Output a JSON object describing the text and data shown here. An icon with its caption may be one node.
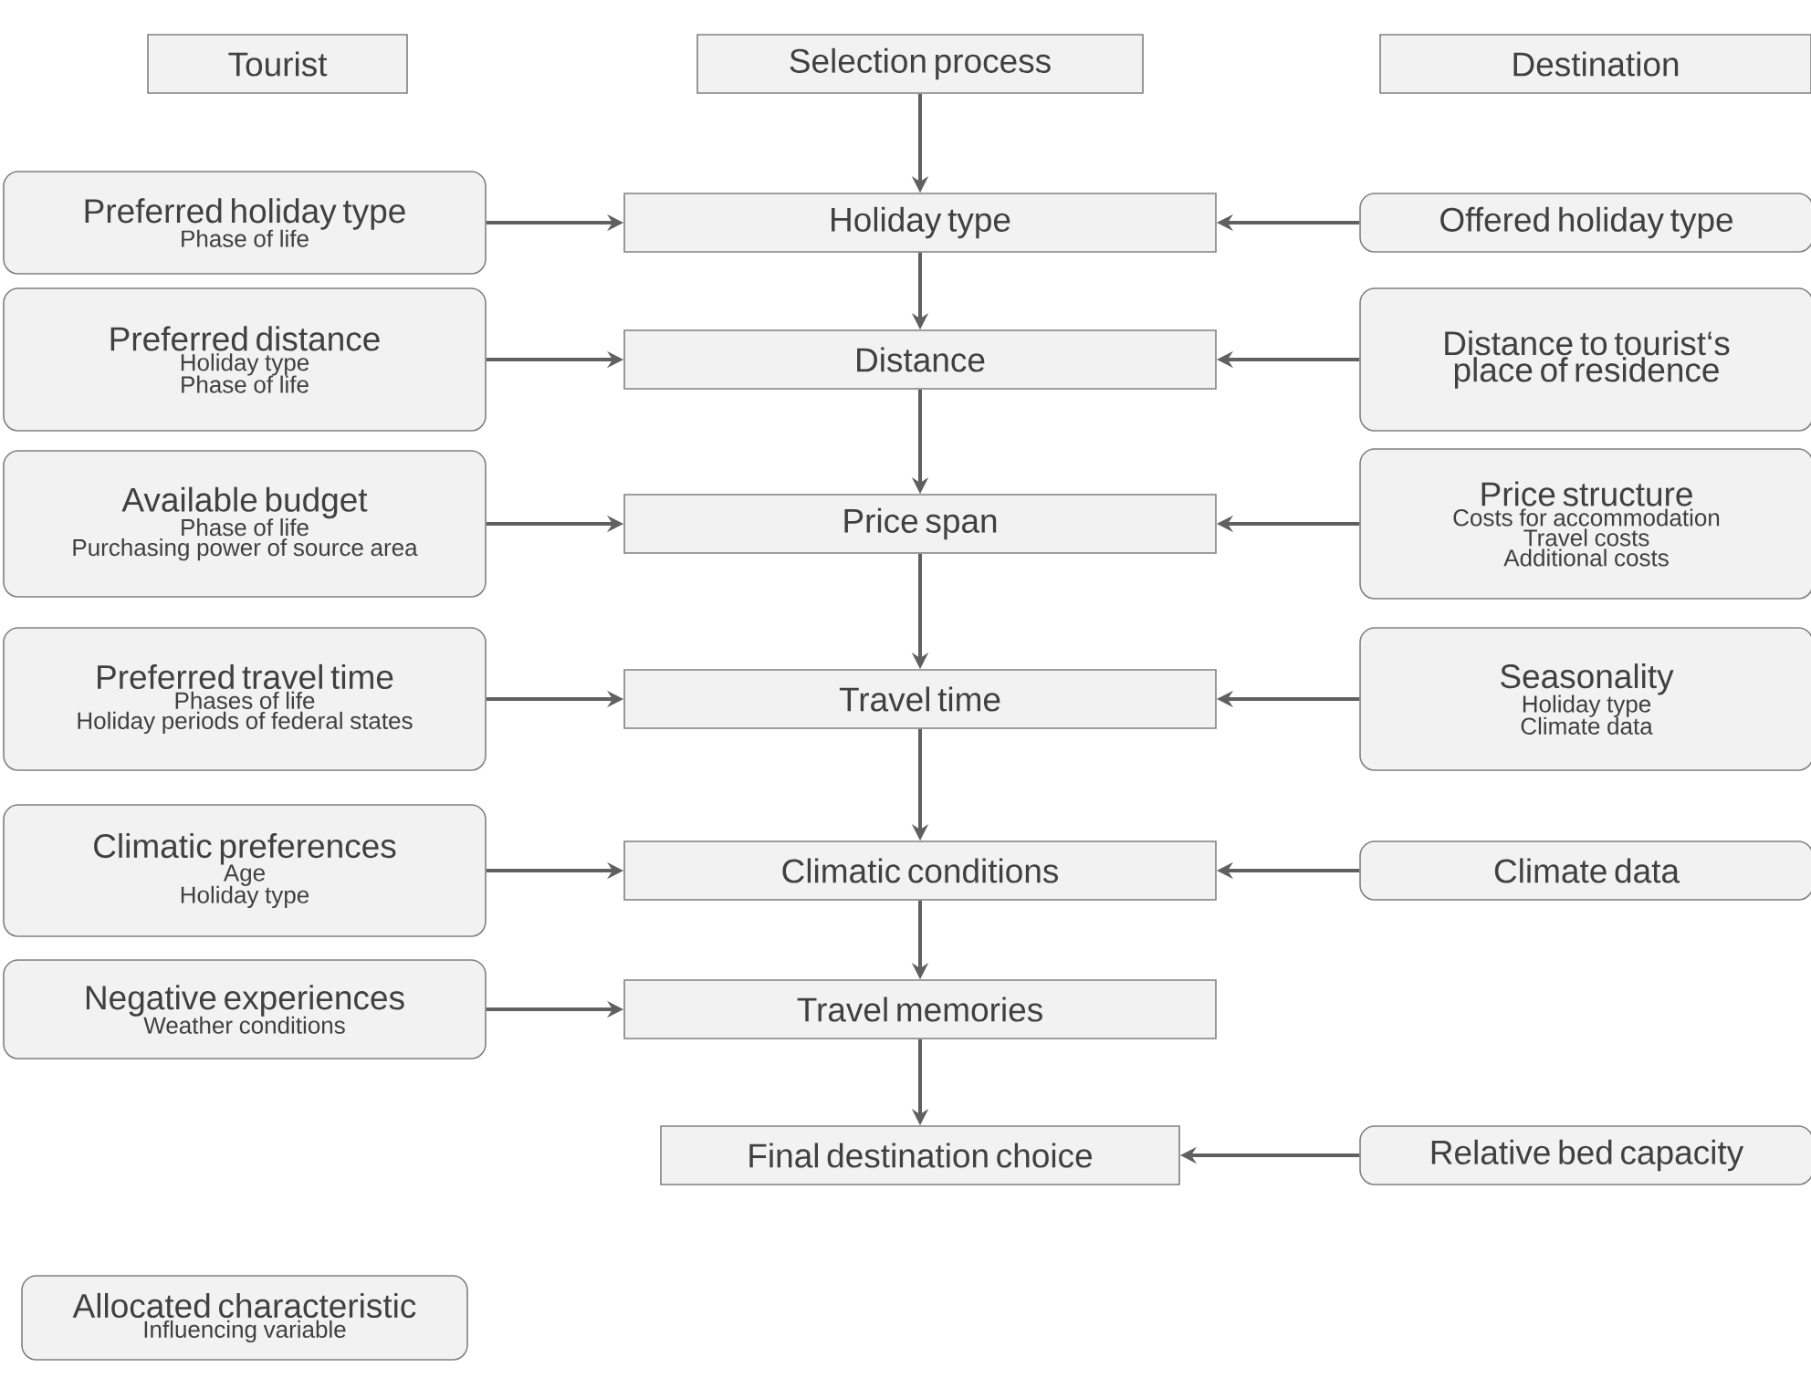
{
  "diagram": {
    "nodes": [
      {
        "text": [
          "Tourist"
        ]
      },
      {
        "text": [
          "Selection process"
        ]
      },
      {
        "text": [
          "Destination"
        ]
      },
      {
        "text": [
          "Preferred holiday type",
          "Phase of life"
        ]
      },
      {
        "text": [
          "Holiday type"
        ]
      },
      {
        "text": [
          "Offered holiday type"
        ]
      },
      {
        "text": [
          "Preferred distance",
          "Holiday type",
          "Phase of life"
        ]
      },
      {
        "text": [
          "Distance"
        ]
      },
      {
        "text": [
          "Distance to tourist‘s place of residence"
        ]
      },
      {
        "text": [
          "Available budget",
          "Phase of life",
          "Purchasing power of source area"
        ]
      },
      {
        "text": [
          "Price span"
        ]
      },
      {
        "text": [
          "Price structure",
          "Costs for accommodation",
          "Travel costs",
          "Additional costs"
        ]
      },
      {
        "text": [
          "Preferred travel time",
          "Phases of life",
          "Holiday periods of federal states"
        ]
      },
      {
        "text": [
          "Travel time"
        ]
      },
      {
        "text": [
          "Seasonality",
          "Holiday type",
          "Climate data"
        ]
      },
      {
        "text": [
          "Climatic preferences",
          "Age",
          "Holiday type"
        ]
      },
      {
        "text": [
          "Climatic conditions"
        ]
      },
      {
        "text": [
          "Climate data"
        ]
      },
      {
        "text": [
          "Negative experiences",
          "Weather conditions"
        ]
      },
      {
        "text": [
          "Travel memories"
        ]
      },
      {
        "text": [
          "Final destination choice"
        ]
      },
      {
        "text": [
          "Relative bed capacity"
        ]
      },
      {
        "text": [
          "Allocated characteristic",
          "Influencing variable"
        ]
      }
    ],
    "edges": [
      {
        "from": 1,
        "to": 4,
        "arrow": "to"
      },
      {
        "from": 3,
        "to": 4,
        "arrow": "to"
      },
      {
        "from": 5,
        "to": 4,
        "arrow": "to"
      },
      {
        "from": 4,
        "to": 7,
        "arrow": "to"
      },
      {
        "from": 6,
        "to": 7,
        "arrow": "to"
      },
      {
        "from": 8,
        "to": 7,
        "arrow": "to"
      },
      {
        "from": 7,
        "to": 10,
        "arrow": "to"
      },
      {
        "from": 9,
        "to": 10,
        "arrow": "to"
      },
      {
        "from": 11,
        "to": 10,
        "arrow": "to"
      },
      {
        "from": 10,
        "to": 13,
        "arrow": "to"
      },
      {
        "from": 12,
        "to": 13,
        "arrow": "to"
      },
      {
        "from": 14,
        "to": 13,
        "arrow": "to"
      },
      {
        "from": 13,
        "to": 16,
        "arrow": "to"
      },
      {
        "from": 15,
        "to": 16,
        "arrow": "to"
      },
      {
        "from": 17,
        "to": 16,
        "arrow": "to"
      },
      {
        "from": 16,
        "to": 19,
        "arrow": "to"
      },
      {
        "from": 18,
        "to": 19,
        "arrow": "to"
      },
      {
        "from": 19,
        "to": 20,
        "arrow": "to"
      },
      {
        "from": 21,
        "to": 20,
        "arrow": "to"
      }
    ]
  }
}
